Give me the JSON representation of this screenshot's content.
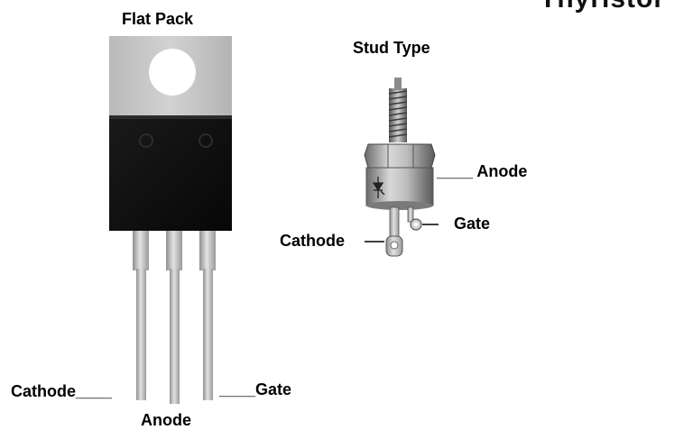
{
  "page": {
    "top_right_title_partial": "Thyristor"
  },
  "flat_pack": {
    "title": "Flat Pack",
    "cathode_label": "Cathode____",
    "gate_label": "____Gate",
    "anode_label": "Anode"
  },
  "stud_type": {
    "title": "Stud Type",
    "anode_label": "____ Anode",
    "gate_label": "Gate",
    "cathode_label": "Cathode"
  }
}
